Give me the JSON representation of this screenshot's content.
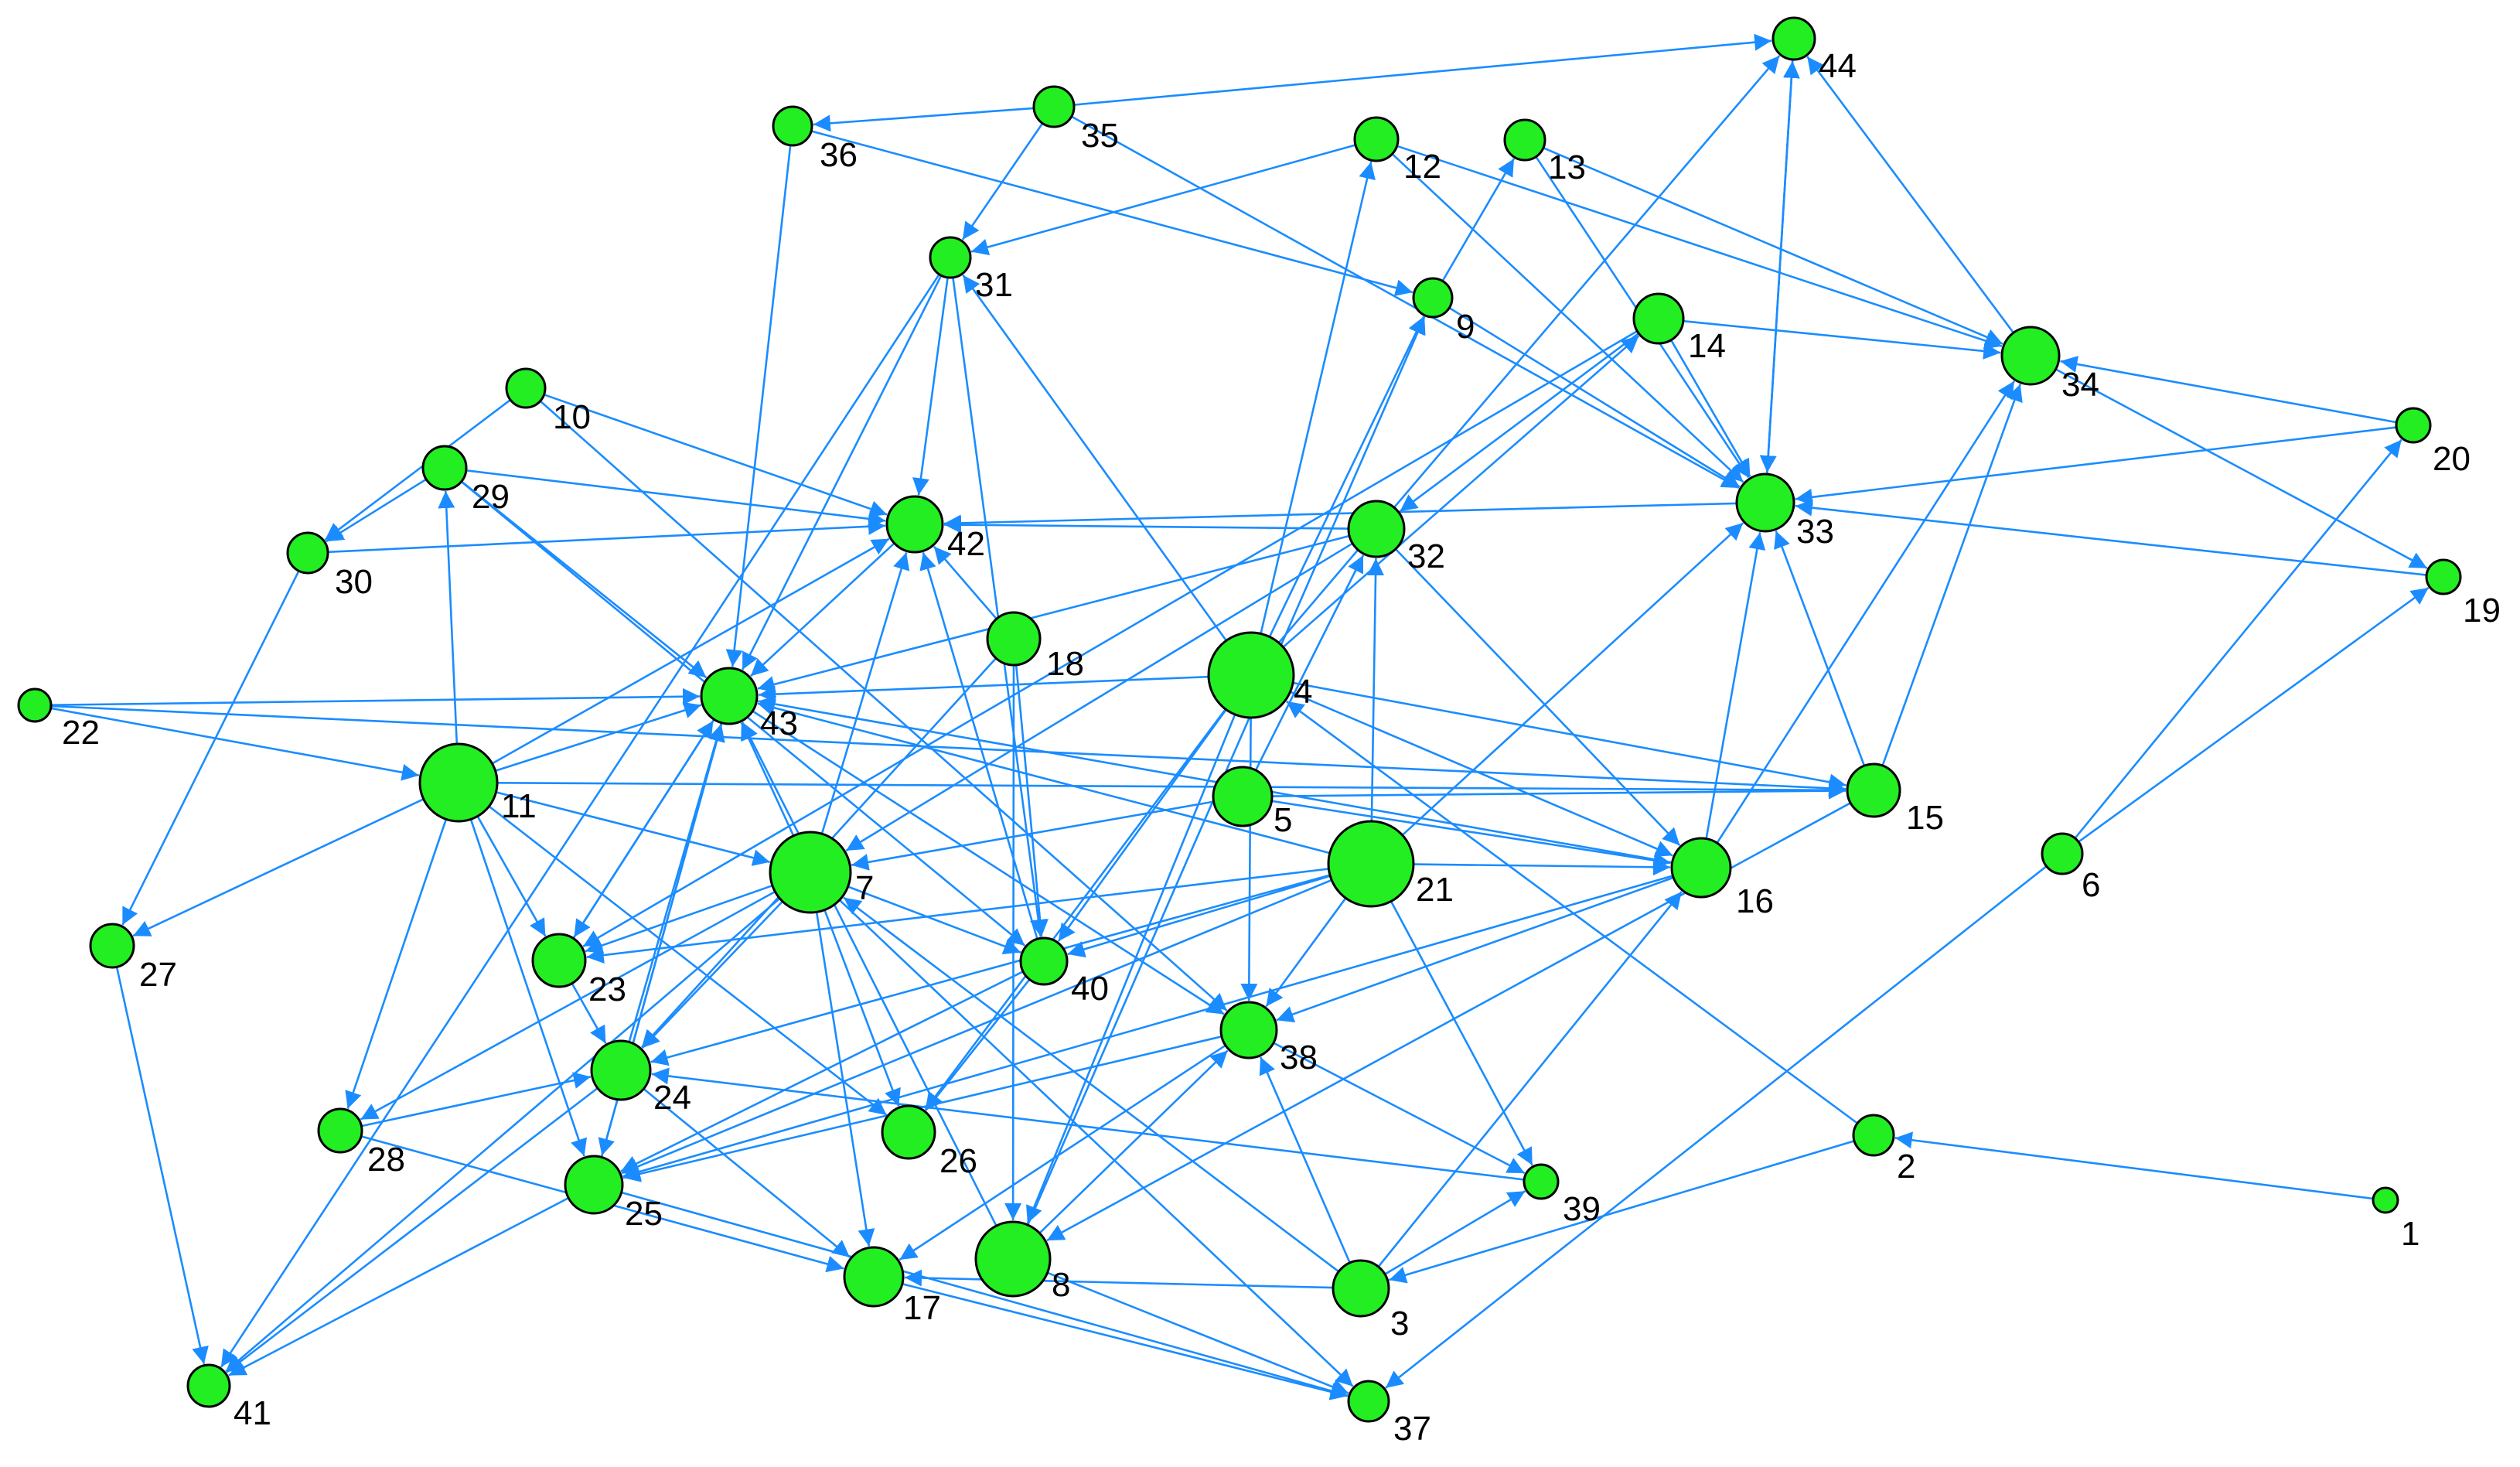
{
  "graph": {
    "type": "directed-network",
    "colors": {
      "node_fill": "#22ee22",
      "node_stroke": "#000000",
      "edge": "#1a8cff",
      "label": "#000000",
      "background": "#ffffff"
    },
    "nodes": [
      {
        "id": "1"
      },
      {
        "id": "2"
      },
      {
        "id": "3"
      },
      {
        "id": "4"
      },
      {
        "id": "5"
      },
      {
        "id": "6"
      },
      {
        "id": "7"
      },
      {
        "id": "8"
      },
      {
        "id": "9"
      },
      {
        "id": "10"
      },
      {
        "id": "11"
      },
      {
        "id": "12"
      },
      {
        "id": "13"
      },
      {
        "id": "14"
      },
      {
        "id": "15"
      },
      {
        "id": "16"
      },
      {
        "id": "17"
      },
      {
        "id": "18"
      },
      {
        "id": "19"
      },
      {
        "id": "20"
      },
      {
        "id": "21"
      },
      {
        "id": "22"
      },
      {
        "id": "23"
      },
      {
        "id": "24"
      },
      {
        "id": "25"
      },
      {
        "id": "26"
      },
      {
        "id": "27"
      },
      {
        "id": "28"
      },
      {
        "id": "29"
      },
      {
        "id": "30"
      },
      {
        "id": "31"
      },
      {
        "id": "32"
      },
      {
        "id": "33"
      },
      {
        "id": "34"
      },
      {
        "id": "35"
      },
      {
        "id": "36"
      },
      {
        "id": "37"
      },
      {
        "id": "38"
      },
      {
        "id": "39"
      },
      {
        "id": "40"
      },
      {
        "id": "41"
      },
      {
        "id": "42"
      },
      {
        "id": "43"
      },
      {
        "id": "44"
      }
    ],
    "edges": [
      [
        "1",
        "2"
      ],
      [
        "6",
        "20"
      ],
      [
        "6",
        "19"
      ],
      [
        "6",
        "37"
      ],
      [
        "2",
        "3"
      ],
      [
        "2",
        "4"
      ],
      [
        "3",
        "39"
      ],
      [
        "3",
        "16"
      ],
      [
        "3",
        "38"
      ],
      [
        "3",
        "7"
      ],
      [
        "3",
        "17"
      ],
      [
        "4",
        "44"
      ],
      [
        "4",
        "14"
      ],
      [
        "4",
        "9"
      ],
      [
        "4",
        "12"
      ],
      [
        "4",
        "15"
      ],
      [
        "4",
        "16"
      ],
      [
        "4",
        "8"
      ],
      [
        "4",
        "40"
      ],
      [
        "4",
        "43"
      ],
      [
        "4",
        "31"
      ],
      [
        "4",
        "38"
      ],
      [
        "4",
        "26"
      ],
      [
        "5",
        "32"
      ],
      [
        "5",
        "7"
      ],
      [
        "5",
        "15"
      ],
      [
        "5",
        "16"
      ],
      [
        "7",
        "43"
      ],
      [
        "7",
        "42"
      ],
      [
        "7",
        "23"
      ],
      [
        "7",
        "24"
      ],
      [
        "7",
        "26"
      ],
      [
        "7",
        "28"
      ],
      [
        "7",
        "37"
      ],
      [
        "7",
        "40"
      ],
      [
        "7",
        "41"
      ],
      [
        "7",
        "17"
      ],
      [
        "8",
        "38"
      ],
      [
        "8",
        "37"
      ],
      [
        "8",
        "9"
      ],
      [
        "8",
        "43"
      ],
      [
        "9",
        "13"
      ],
      [
        "9",
        "33"
      ],
      [
        "10",
        "30"
      ],
      [
        "10",
        "42"
      ],
      [
        "10",
        "38"
      ],
      [
        "11",
        "43"
      ],
      [
        "11",
        "29"
      ],
      [
        "11",
        "23"
      ],
      [
        "11",
        "25"
      ],
      [
        "11",
        "28"
      ],
      [
        "11",
        "27"
      ],
      [
        "11",
        "15"
      ],
      [
        "11",
        "42"
      ],
      [
        "11",
        "7"
      ],
      [
        "11",
        "26"
      ],
      [
        "12",
        "31"
      ],
      [
        "12",
        "33"
      ],
      [
        "12",
        "34"
      ],
      [
        "13",
        "34"
      ],
      [
        "13",
        "33"
      ],
      [
        "14",
        "34"
      ],
      [
        "14",
        "33"
      ],
      [
        "14",
        "32"
      ],
      [
        "14",
        "23"
      ],
      [
        "15",
        "34"
      ],
      [
        "15",
        "33"
      ],
      [
        "15",
        "8"
      ],
      [
        "16",
        "34"
      ],
      [
        "16",
        "33"
      ],
      [
        "16",
        "38"
      ],
      [
        "16",
        "25"
      ],
      [
        "16",
        "43"
      ],
      [
        "17",
        "37"
      ],
      [
        "18",
        "42"
      ],
      [
        "18",
        "40"
      ],
      [
        "18",
        "8"
      ],
      [
        "18",
        "24"
      ],
      [
        "19",
        "33"
      ],
      [
        "20",
        "33"
      ],
      [
        "20",
        "34"
      ],
      [
        "21",
        "32"
      ],
      [
        "21",
        "33"
      ],
      [
        "21",
        "16"
      ],
      [
        "21",
        "38"
      ],
      [
        "21",
        "40"
      ],
      [
        "21",
        "23"
      ],
      [
        "21",
        "24"
      ],
      [
        "21",
        "25"
      ],
      [
        "21",
        "39"
      ],
      [
        "21",
        "43"
      ],
      [
        "22",
        "43"
      ],
      [
        "22",
        "11"
      ],
      [
        "22",
        "15"
      ],
      [
        "23",
        "24"
      ],
      [
        "23",
        "43"
      ],
      [
        "24",
        "43"
      ],
      [
        "24",
        "41"
      ],
      [
        "24",
        "17"
      ],
      [
        "25",
        "43"
      ],
      [
        "25",
        "41"
      ],
      [
        "25",
        "37"
      ],
      [
        "27",
        "41"
      ],
      [
        "28",
        "24"
      ],
      [
        "28",
        "17"
      ],
      [
        "29",
        "42"
      ],
      [
        "29",
        "43"
      ],
      [
        "29",
        "30"
      ],
      [
        "29",
        "40"
      ],
      [
        "30",
        "42"
      ],
      [
        "30",
        "27"
      ],
      [
        "31",
        "42"
      ],
      [
        "31",
        "43"
      ],
      [
        "31",
        "40"
      ],
      [
        "31",
        "41"
      ],
      [
        "32",
        "43"
      ],
      [
        "32",
        "42"
      ],
      [
        "32",
        "16"
      ],
      [
        "32",
        "7"
      ],
      [
        "33",
        "42"
      ],
      [
        "33",
        "44"
      ],
      [
        "34",
        "44"
      ],
      [
        "34",
        "19"
      ],
      [
        "35",
        "36"
      ],
      [
        "35",
        "44"
      ],
      [
        "35",
        "31"
      ],
      [
        "35",
        "33"
      ],
      [
        "36",
        "9"
      ],
      [
        "36",
        "43"
      ],
      [
        "38",
        "39"
      ],
      [
        "38",
        "25"
      ],
      [
        "38",
        "17"
      ],
      [
        "39",
        "24"
      ],
      [
        "40",
        "42"
      ],
      [
        "40",
        "25"
      ],
      [
        "40",
        "26"
      ],
      [
        "42",
        "43"
      ],
      [
        "43",
        "38"
      ],
      [
        "43",
        "23"
      ],
      [
        "43",
        "25"
      ],
      [
        "44",
        "33"
      ]
    ]
  }
}
